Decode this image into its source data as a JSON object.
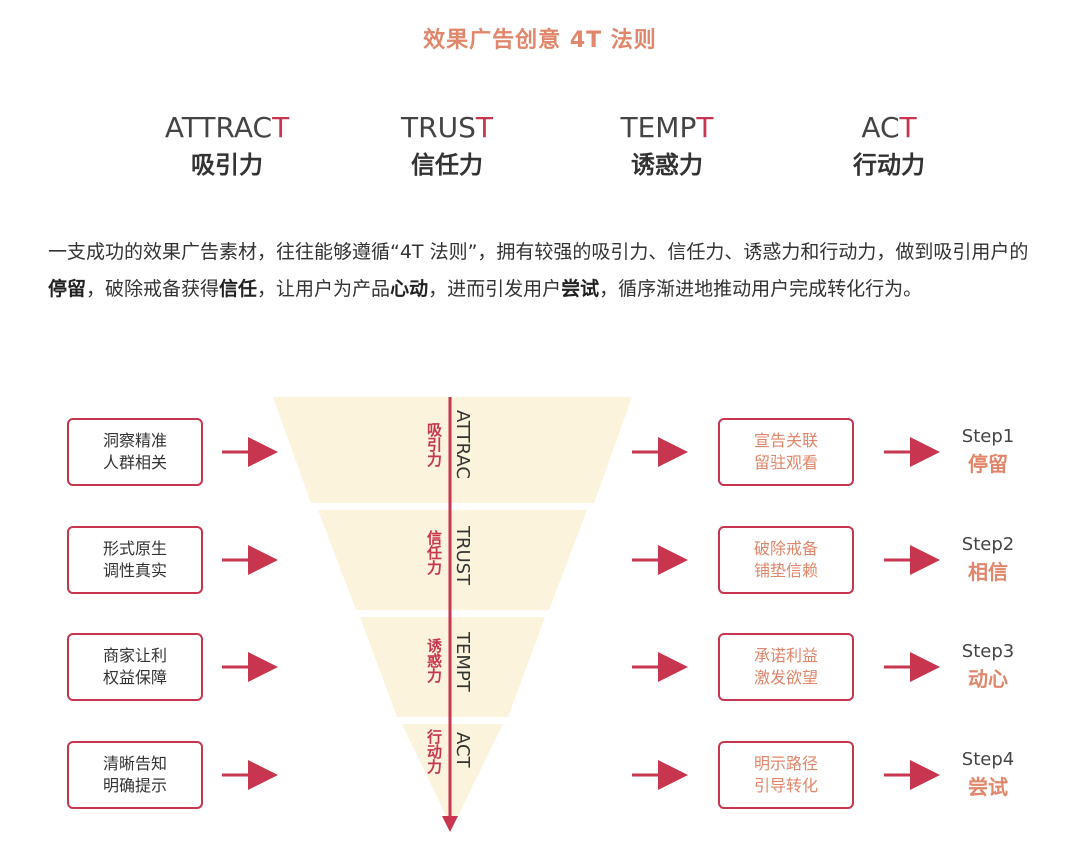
{
  "title": "效果广告创意 4T 法则",
  "columns": [
    {
      "en_main": "ATTRAC",
      "en_last": "T",
      "zh": "吸引力"
    },
    {
      "en_main": "TRUS",
      "en_last": "T",
      "zh": "信任力"
    },
    {
      "en_main": "TEMP",
      "en_last": "T",
      "zh": "诱惑力"
    },
    {
      "en_main": "AC",
      "en_last": "T",
      "zh": "行动力"
    }
  ],
  "description": {
    "p1": "一支成功的效果广告素材，往往能够遵循“4T 法则”，拥有较强的吸引力、信任力、诱惑力和行动力，做到吸引用户的",
    "b1": "停留",
    "p2": "，破除戒备获得",
    "b2": "信任",
    "p3": "，让用户为产品",
    "b3": "心动",
    "p4": "，进而引发用户",
    "b4": "尝试",
    "p5": "，循序渐进地推动用户完成转化行为。"
  },
  "rows": [
    {
      "left1": "洞察精准",
      "left2": "人群相关",
      "funnel_en": "ATTRAC",
      "funnel_zh": "吸引力",
      "right1": "宣告关联",
      "right2": "留驻观看",
      "step_en": "Step1",
      "step_zh": "停留"
    },
    {
      "left1": "形式原生",
      "left2": "调性真实",
      "funnel_en": "TRUST",
      "funnel_zh": "信任力",
      "right1": "破除戒备",
      "right2": "铺垫信赖",
      "step_en": "Step2",
      "step_zh": "相信"
    },
    {
      "left1": "商家让利",
      "left2": "权益保障",
      "funnel_en": "TEMPT",
      "funnel_zh": "诱惑力",
      "right1": "承诺利益",
      "right2": "激发欲望",
      "step_en": "Step3",
      "step_zh": "动心"
    },
    {
      "left1": "清晰告知",
      "left2": "明确提示",
      "funnel_en": "ACT",
      "funnel_zh": "行动力",
      "right1": "明示路径",
      "right2": "引导转化",
      "step_en": "Step4",
      "step_zh": "尝试"
    }
  ],
  "colors": {
    "accent": "#c7354f",
    "orange": "#e0866a",
    "funnel": "#fbf3dc"
  }
}
